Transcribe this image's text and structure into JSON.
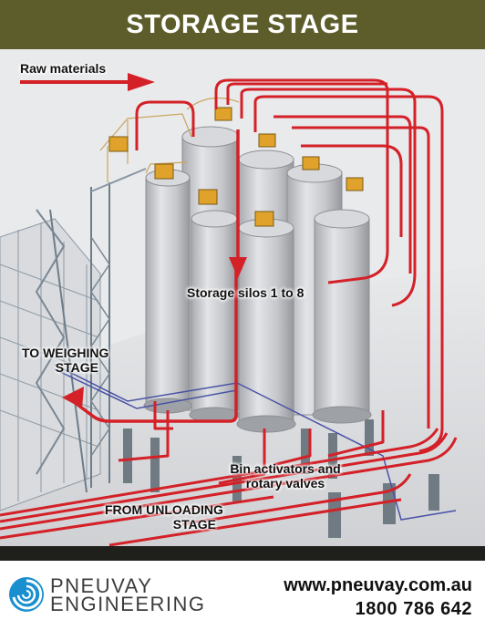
{
  "header": {
    "title": "STORAGE STAGE"
  },
  "diagram": {
    "labels": {
      "raw_materials": "Raw materials",
      "storage_silos": "Storage silos 1 to 8",
      "to_weighing_line1": "TO WEIGHING",
      "to_weighing_line2": "STAGE",
      "bin_activators_line1": "Bin activators and",
      "bin_activators_line2": "rotary valves",
      "from_unloading_line1": "FROM UNLOADING",
      "from_unloading_line2": "STAGE"
    },
    "colors": {
      "pipe": "#d42027",
      "silo": "#c8c9cd",
      "bin_activator": "#e0a22a",
      "steel": "#6e7d8a"
    }
  },
  "footer": {
    "brand_line1": "PNEUVAY",
    "brand_line2": "ENGINEERING",
    "website": "www.pneuvay.com.au",
    "phone": "1800 786 642",
    "logo_icon": "swirl-logo-icon",
    "colors": {
      "logo": "#1a8fd0"
    }
  }
}
